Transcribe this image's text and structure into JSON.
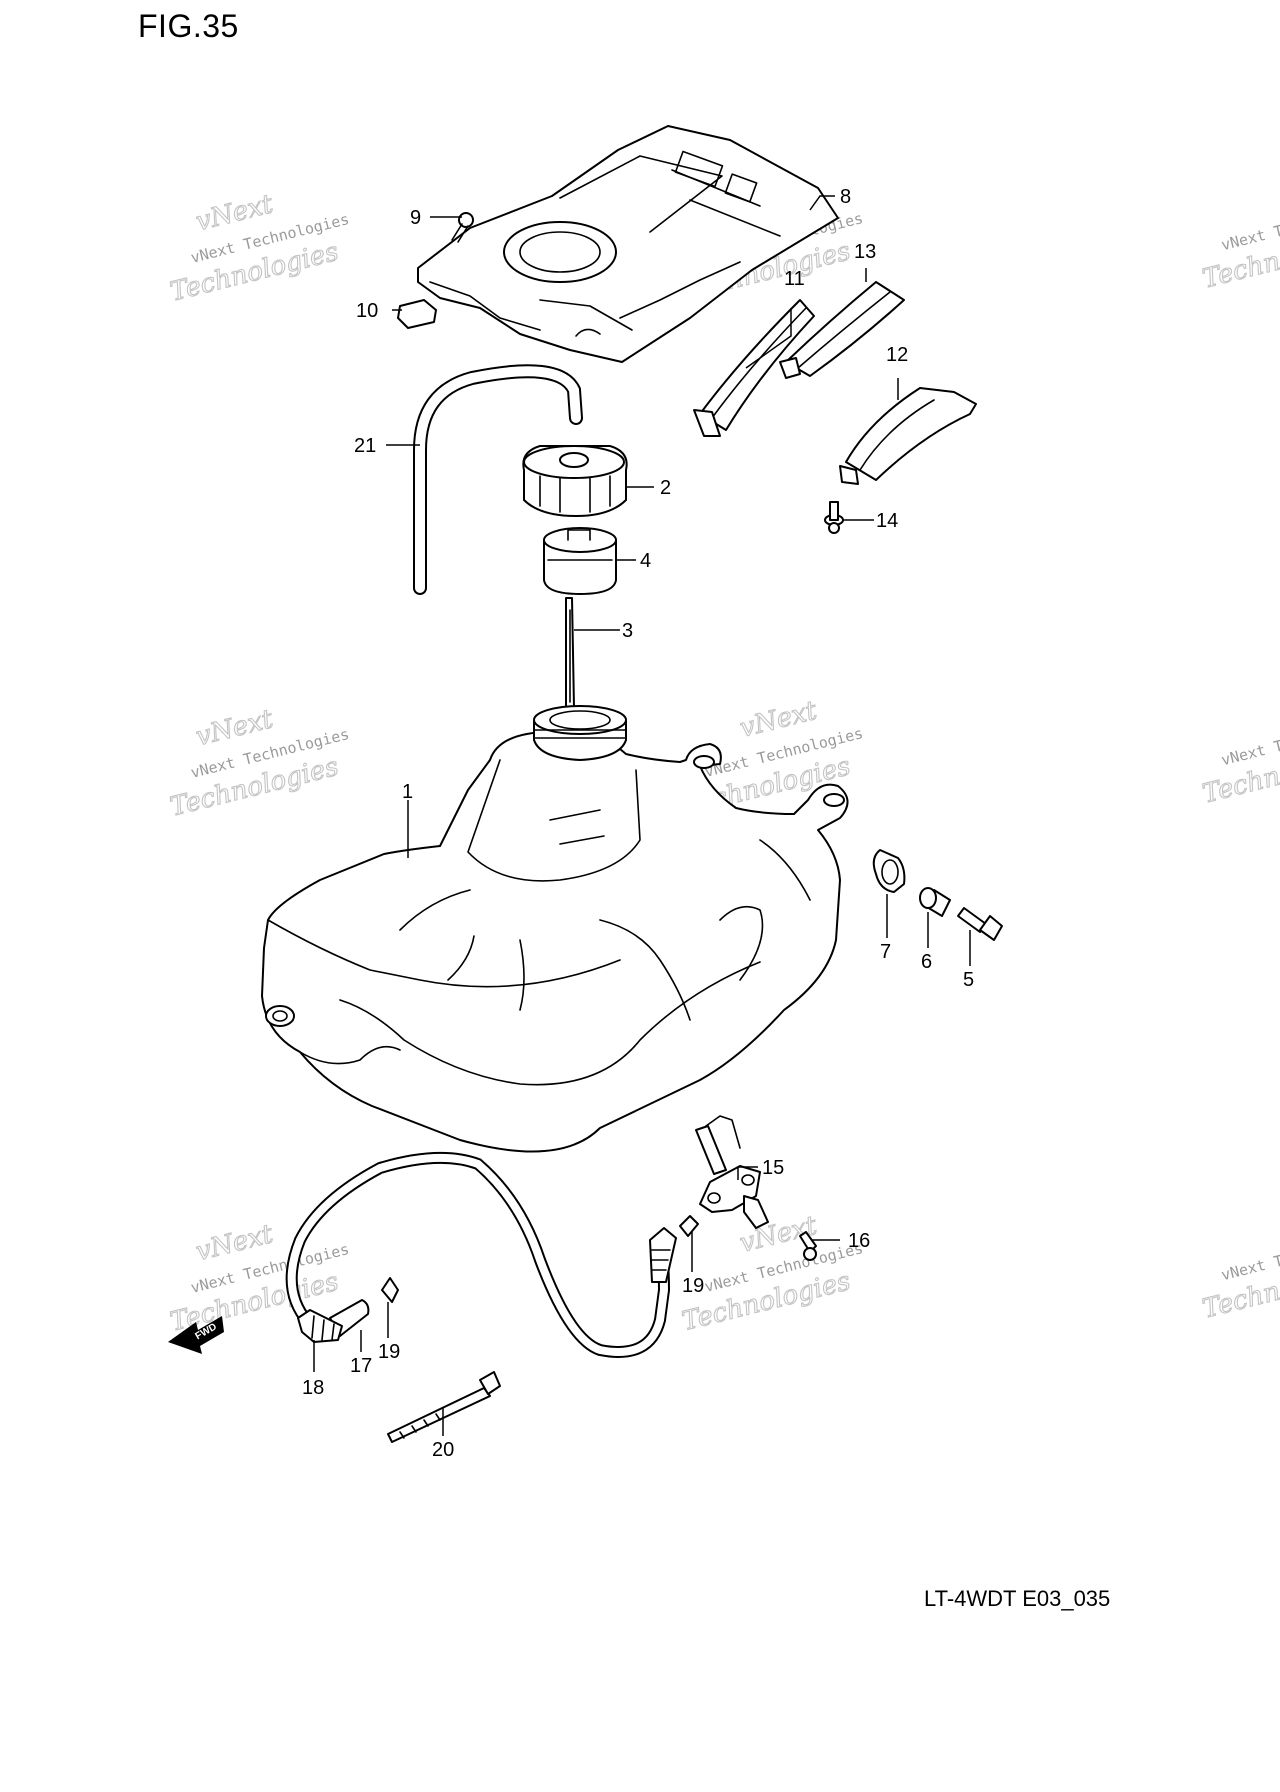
{
  "figure": {
    "title": "FIG.35",
    "drawing_code": "LT-4WDT E03_035"
  },
  "callouts": [
    "1",
    "2",
    "3",
    "4",
    "5",
    "6",
    "7",
    "8",
    "9",
    "10",
    "11",
    "12",
    "13",
    "14",
    "15",
    "16",
    "17",
    "18",
    "19",
    "19",
    "20",
    "21"
  ],
  "watermark": {
    "line1": "vNext",
    "line2": "vNext Technologies",
    "line3": "Technologies"
  },
  "fwd_label": "FWD"
}
